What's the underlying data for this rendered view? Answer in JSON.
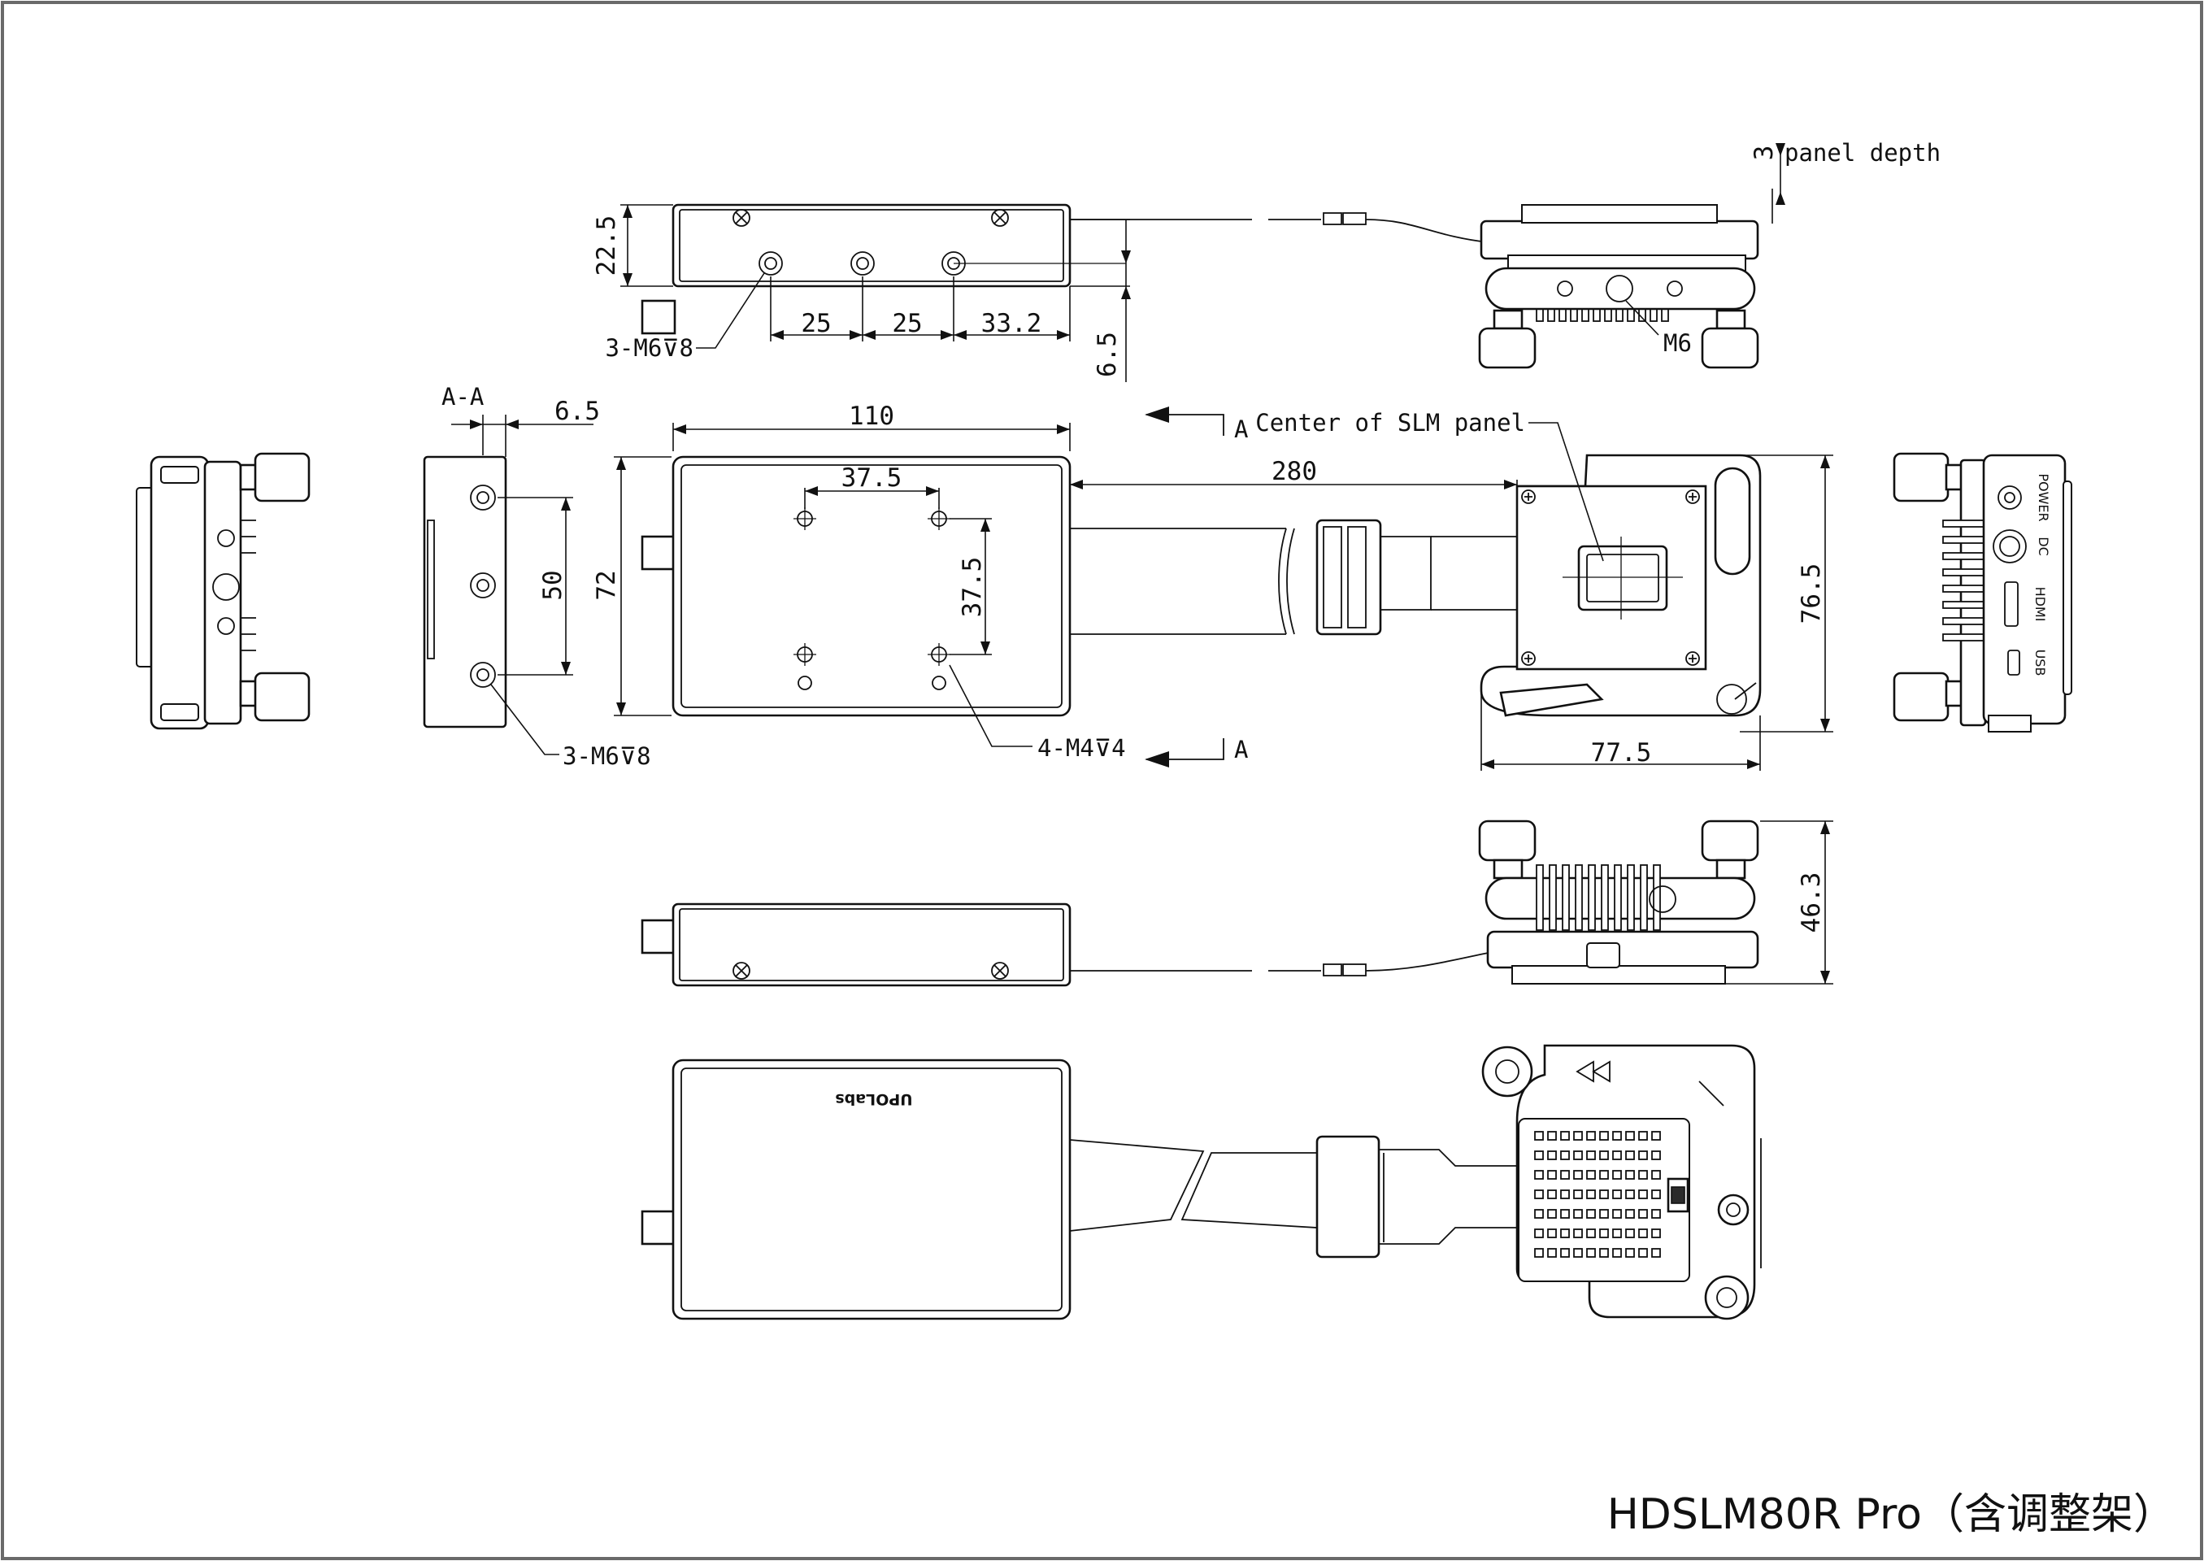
{
  "title": "HDSLM80R Pro（含调整架）",
  "section_label": "A-A",
  "section_markers": {
    "top": "A",
    "bottom": "A"
  },
  "dimensions": {
    "height_22_5": "22.5",
    "spacing_25_a": "25",
    "spacing_25_b": "25",
    "spacing_33_2": "33.2",
    "offset_6_5_top": "6.5",
    "offset_6_5_section": "6.5",
    "width_110": "110",
    "hole_37_5_h": "37.5",
    "hole_37_5_v": "37.5",
    "height_72": "72",
    "spacing_50": "50",
    "cable_280": "280",
    "height_76_5": "76.5",
    "width_77_5": "77.5",
    "depth_46_3": "46.3",
    "panel_depth_value": "3"
  },
  "labels": {
    "panel_depth": "panel depth",
    "center_slm": "Center of SLM panel",
    "m6": "M6",
    "holes_3_m6_top": "3-M6⊽8",
    "holes_3_m6_section": "3-M6⊽8",
    "holes_4_m4": "4-M4⊽4"
  },
  "device_markings": {
    "brand": "UPOLabs",
    "side_usb": "USB",
    "side_hdmi": "HDMI",
    "side_dc": "DC",
    "side_power": "POWER"
  }
}
